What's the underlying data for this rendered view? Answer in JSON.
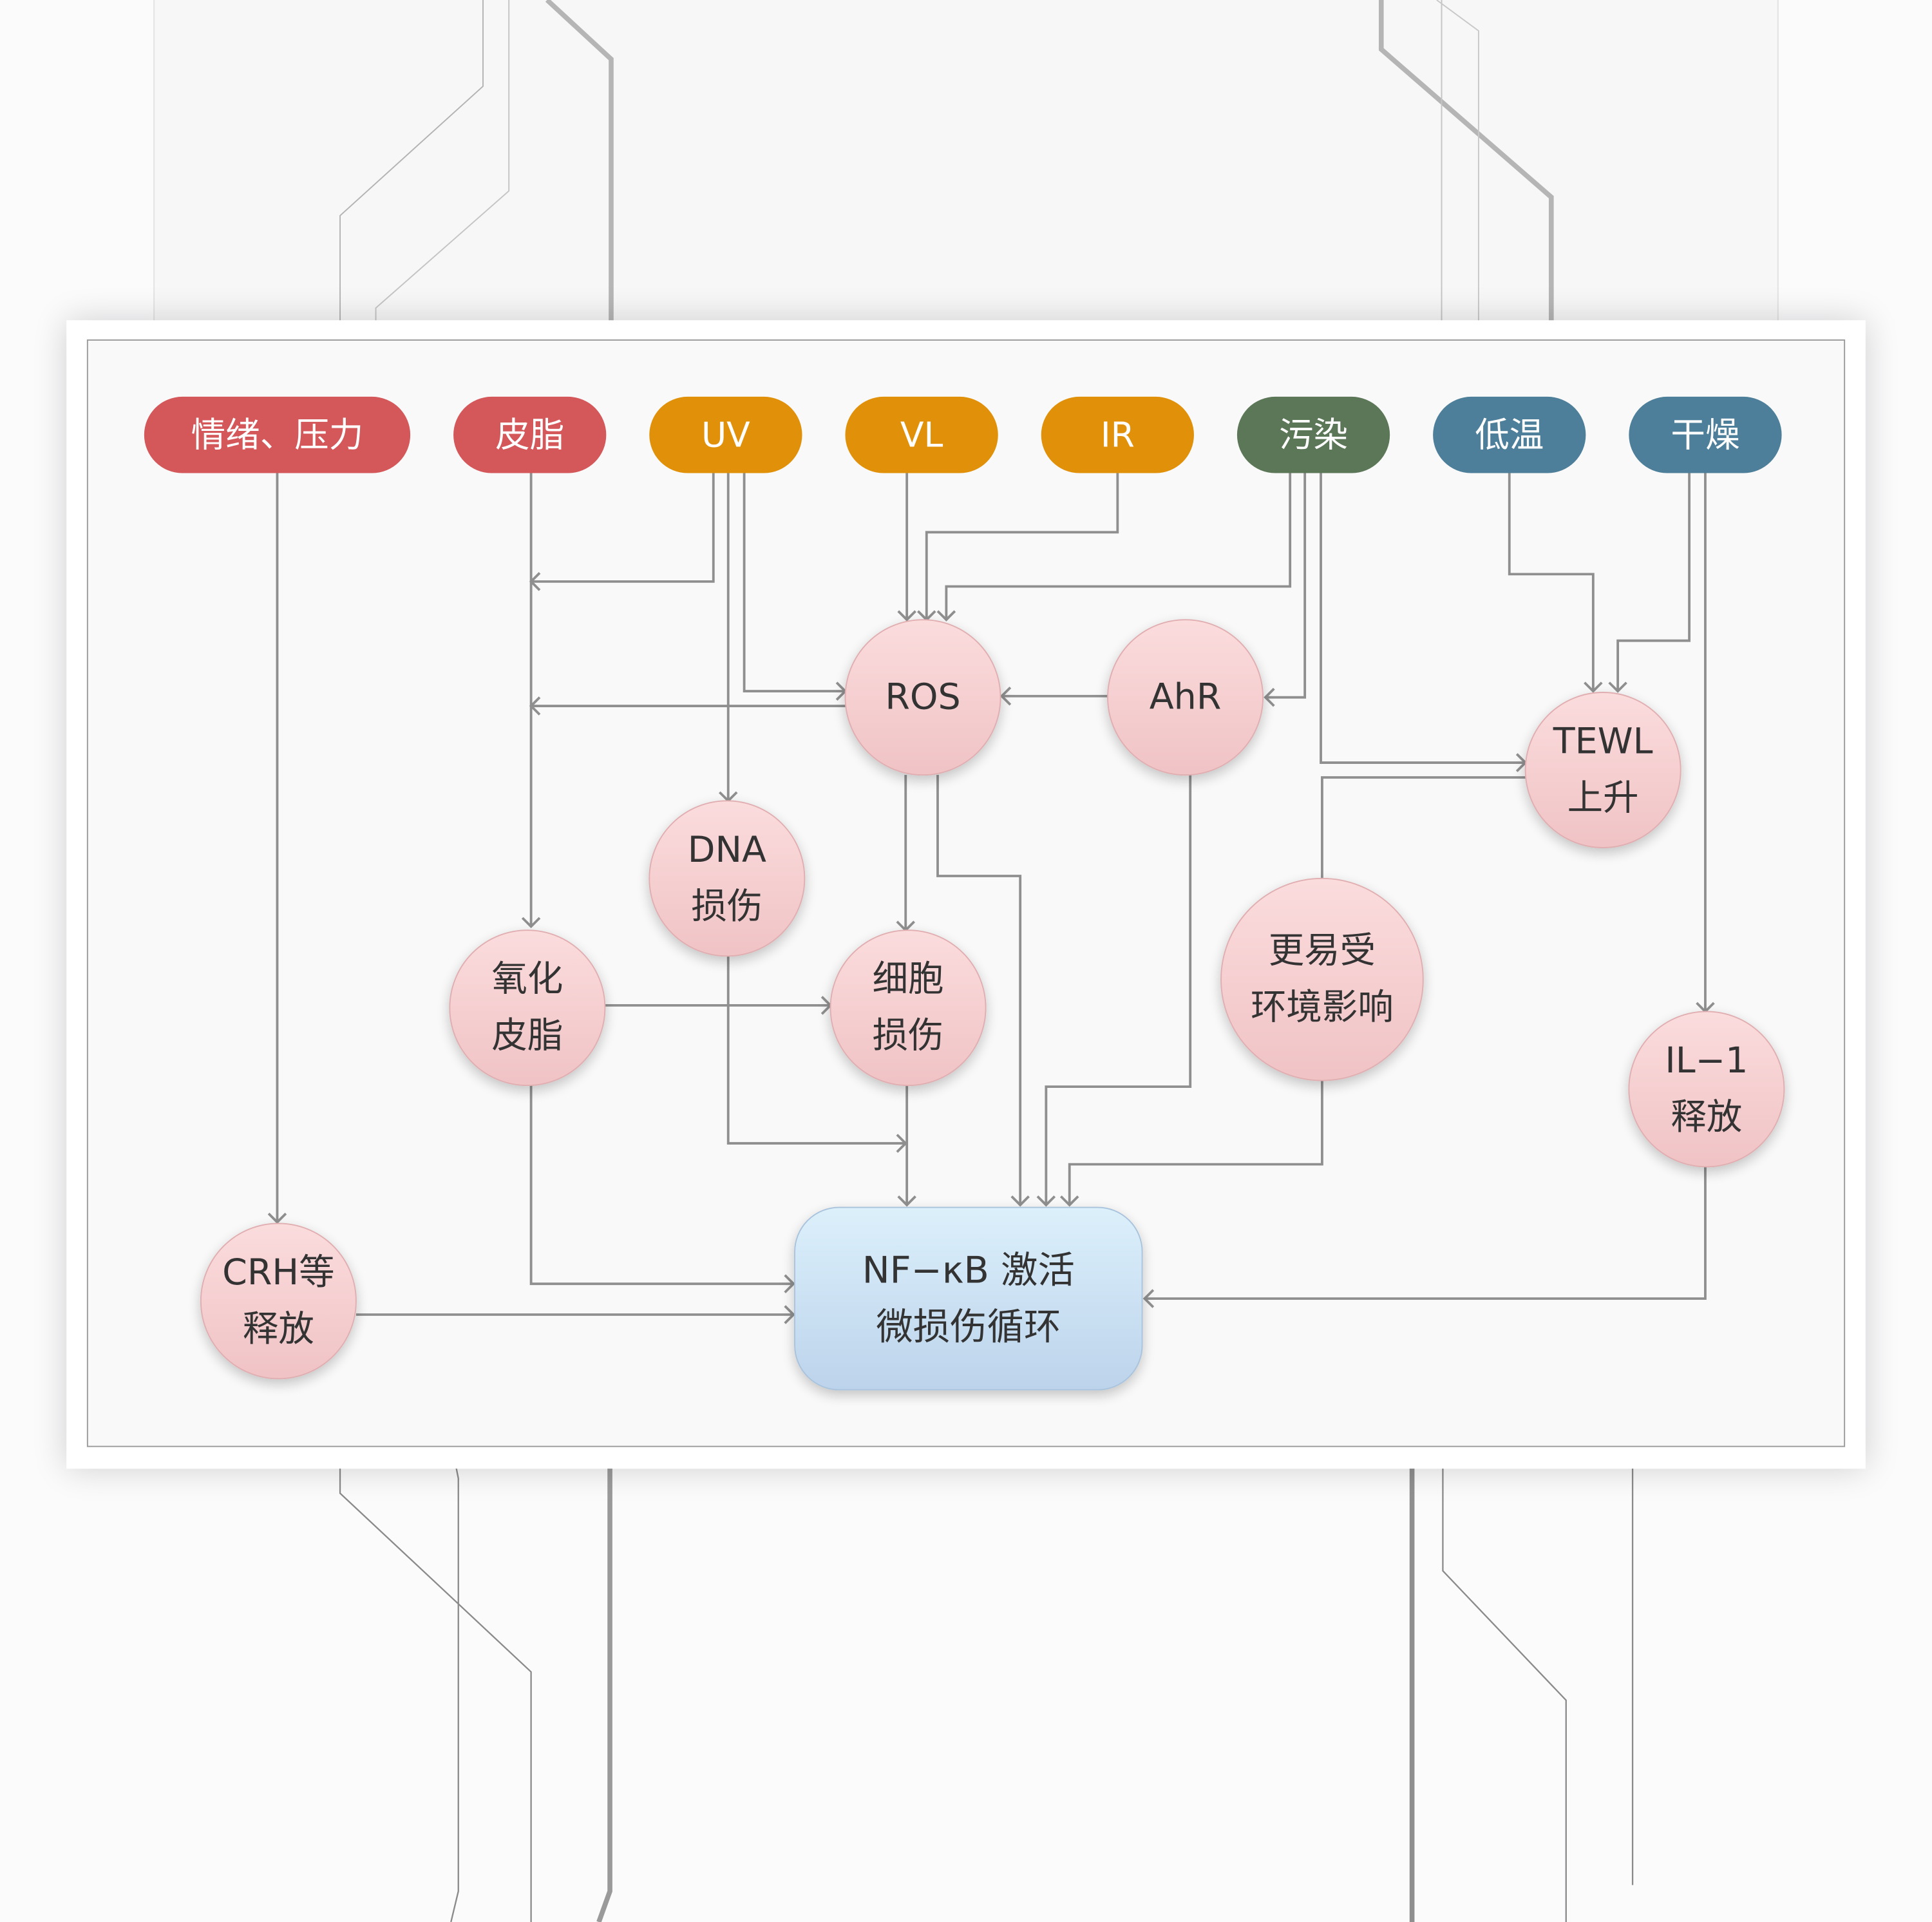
{
  "diagram": {
    "type": "flowchart",
    "colors": {
      "emotion": "#d4575a",
      "light": "#e09109",
      "pollution": "#5b7757",
      "climate": "#4d7f9a",
      "node_fill_top": "#fadadb",
      "node_fill_bottom": "#f1c4c6",
      "hub_fill_top": "#dcf0fb",
      "hub_fill_bottom": "#bcd4ec",
      "edge": "#8f8f8f"
    },
    "sources": [
      {
        "id": "emotion",
        "label": "情绪、压力",
        "group": "emotion"
      },
      {
        "id": "sebum",
        "label": "皮脂",
        "group": "emotion"
      },
      {
        "id": "uv",
        "label": "UV",
        "group": "light"
      },
      {
        "id": "vl",
        "label": "VL",
        "group": "light"
      },
      {
        "id": "ir",
        "label": "IR",
        "group": "light"
      },
      {
        "id": "pollution",
        "label": "污染",
        "group": "pollution"
      },
      {
        "id": "cold",
        "label": "低温",
        "group": "climate"
      },
      {
        "id": "dry",
        "label": "干燥",
        "group": "climate"
      }
    ],
    "nodes": [
      {
        "id": "ros",
        "lines": [
          "ROS"
        ]
      },
      {
        "id": "ahr",
        "lines": [
          "AhR"
        ]
      },
      {
        "id": "tewl",
        "lines": [
          "TEWL",
          "上升"
        ]
      },
      {
        "id": "dna",
        "lines": [
          "DNA",
          "损伤"
        ]
      },
      {
        "id": "oxsebum",
        "lines": [
          "氧化",
          "皮脂"
        ]
      },
      {
        "id": "cell",
        "lines": [
          "细胞",
          "损伤"
        ]
      },
      {
        "id": "env",
        "lines": [
          "更易受",
          "环境影响"
        ]
      },
      {
        "id": "il1",
        "lines": [
          "IL−1",
          "释放"
        ]
      },
      {
        "id": "crh",
        "lines": [
          "CRH等",
          "释放"
        ]
      }
    ],
    "hub": {
      "id": "nfkb",
      "lines": [
        "NF−κB 激活",
        "微损伤循环"
      ]
    },
    "edges": [
      {
        "from": "emotion",
        "to": "crh"
      },
      {
        "from": "sebum",
        "to": "oxsebum"
      },
      {
        "from": "uv",
        "to": "sebum-line"
      },
      {
        "from": "uv",
        "to": "ros"
      },
      {
        "from": "uv",
        "to": "dna"
      },
      {
        "from": "vl",
        "to": "ros"
      },
      {
        "from": "ir",
        "to": "ros"
      },
      {
        "from": "pollution",
        "to": "ros"
      },
      {
        "from": "pollution",
        "to": "ahr"
      },
      {
        "from": "pollution",
        "to": "tewl"
      },
      {
        "from": "cold",
        "to": "tewl"
      },
      {
        "from": "dry",
        "to": "tewl"
      },
      {
        "from": "dry",
        "to": "il1"
      },
      {
        "from": "ros",
        "to": "sebum-line"
      },
      {
        "from": "ahr",
        "to": "ros"
      },
      {
        "from": "ros",
        "to": "cell"
      },
      {
        "from": "ros",
        "to": "nfkb"
      },
      {
        "from": "ahr",
        "to": "nfkb"
      },
      {
        "from": "env",
        "to": "tewl"
      },
      {
        "from": "env",
        "to": "nfkb"
      },
      {
        "from": "oxsebum",
        "to": "cell"
      },
      {
        "from": "oxsebum",
        "to": "nfkb"
      },
      {
        "from": "dna",
        "to": "cell-line"
      },
      {
        "from": "cell",
        "to": "nfkb"
      },
      {
        "from": "crh",
        "to": "nfkb"
      },
      {
        "from": "il1",
        "to": "nfkb"
      }
    ]
  }
}
